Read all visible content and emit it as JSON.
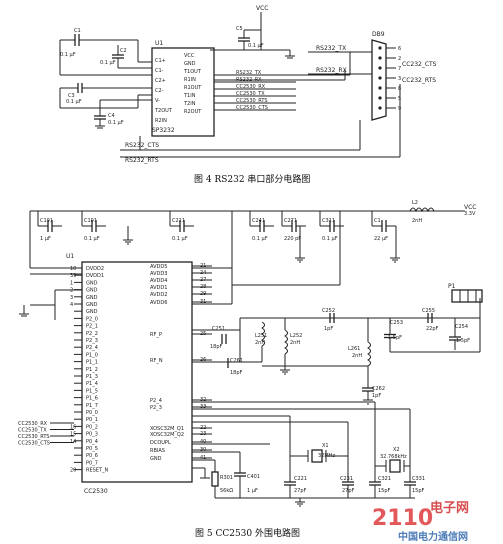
{
  "fig4": {
    "caption": "图 4   RS232 串口部分电路图",
    "ic_ref": "U1",
    "ic_name": "SP3232",
    "vcc": "VCC",
    "connector": "DB9",
    "caps": {
      "c1": "0.1 μF",
      "c2": "0.1 μF",
      "c3": "0.1 μF",
      "c4": "0.1 μF",
      "c5": "0.1 μF"
    },
    "pins_left": [
      "C1+",
      "C1-",
      "C2+",
      "C2-",
      "V-",
      "T2OUT",
      "R2IN"
    ],
    "pins_right": [
      "VCC",
      "GND",
      "T1OUT",
      "R1IN",
      "R1OUT",
      "T1IN",
      "T2IN",
      "R2OUT"
    ],
    "nets_mid": [
      "RS232_TX",
      "RS232_RX",
      "CC2530_RX",
      "CC2530_TX",
      "CC2530_RTS",
      "CC2530_CTS"
    ],
    "net_tx": "RS232_TX",
    "net_rx": "RS232_RX",
    "net_cts_conn": "CC232_CTS",
    "net_rts_conn": "CC232_RTS",
    "net_cts_bottom": "RS232_CTS",
    "net_rts_bottom": "RS232_RTS",
    "db9_pins": [
      "6",
      "2",
      "7",
      "3",
      "8",
      "5",
      "9"
    ]
  },
  "fig5": {
    "caption": "图 5   CC2530 外围电路图",
    "ic_ref": "U1",
    "ic_name": "CC2530",
    "vcc": "VCC",
    "vcc_v": "3.3V",
    "top_caps": [
      {
        "ref": "C191",
        "val": "1 μF"
      },
      {
        "ref": "C101",
        "val": "0.1 μF"
      },
      {
        "ref": "C211",
        "val": "0.1 μF"
      },
      {
        "ref": "C241",
        "val": "0.1 μF"
      },
      {
        "ref": "C271",
        "val": "220 pF"
      },
      {
        "ref": "C311",
        "val": "0.1 μF"
      },
      {
        "ref": "C1",
        "val": "22 μF"
      }
    ],
    "inductor_top": {
      "ref": "L2",
      "val": "2nH"
    },
    "left_pins": [
      "DVDD2",
      "DVDD1",
      "GND",
      "GND",
      "GND",
      "GND",
      "GND",
      "P2_0",
      "P2_1",
      "P2_2",
      "P2_3",
      "P2_4",
      "P1_0",
      "P1_1",
      "P1_2",
      "P1_3",
      "P1_4",
      "P1_5",
      "P1_6",
      "P1_7",
      "P0_0",
      "P0_1",
      "P0_2",
      "P0_3",
      "P0_4",
      "P0_5",
      "P0_6",
      "P0_7",
      "RESET_N"
    ],
    "left_nums": [
      "10",
      "39",
      "1",
      "2",
      "3",
      "4",
      "",
      "",
      "",
      "",
      "",
      "",
      "",
      "",
      "",
      "",
      "",
      "",
      "",
      "",
      "",
      "",
      "16",
      "15",
      "14",
      "",
      "",
      "",
      "20"
    ],
    "right_pins": [
      "AVDD5",
      "AVDD3",
      "AVDD4",
      "AVDD1",
      "AVDD2",
      "AVDD6",
      "RF_P",
      "RF_N",
      "P2_4",
      "P2_3",
      "XOSC32M_Q1",
      "XOSC32M_Q2",
      "DCOUPL",
      "RBIAS",
      "GND"
    ],
    "right_nums": [
      "21",
      "24",
      "27",
      "28",
      "29",
      "31",
      "25",
      "26",
      "32",
      "33",
      "22",
      "23",
      "40",
      "30",
      "41"
    ],
    "left_nets": [
      "CC2530_RX",
      "CC2530_TX",
      "CC2530_RTS",
      "CC2530_CTS"
    ],
    "rf": [
      {
        "ref": "C251",
        "val": "18pF"
      },
      {
        "ref": "C261",
        "val": "18pF"
      },
      {
        "ref": "L251",
        "val": "2nH"
      },
      {
        "ref": "L252",
        "val": "2nH"
      },
      {
        "ref": "C252",
        "val": "1pF"
      },
      {
        "ref": "L261",
        "val": "2nH"
      },
      {
        "ref": "C262",
        "val": "1pF"
      },
      {
        "ref": "C253",
        "val": "1.5pF"
      },
      {
        "ref": "C255",
        "val": "22pF"
      },
      {
        "ref": "C254",
        "val": "1.5pF"
      }
    ],
    "antenna": "P1",
    "crystal1": {
      "ref": "X1",
      "val": "32MHz"
    },
    "crystal2": {
      "ref": "X2",
      "val": "32.768kHz"
    },
    "bottom": [
      {
        "ref": "R301",
        "val": "56kΩ"
      },
      {
        "ref": "C401",
        "val": "1 μF"
      },
      {
        "ref": "C221",
        "val": "27pF"
      },
      {
        "ref": "C231",
        "val": "27pF"
      },
      {
        "ref": "C321",
        "val": "15pF"
      },
      {
        "ref": "C331",
        "val": "15pF"
      }
    ]
  },
  "watermark": {
    "line1": "2110",
    "line2": "电子网",
    "line3": "中国电力通信网"
  }
}
